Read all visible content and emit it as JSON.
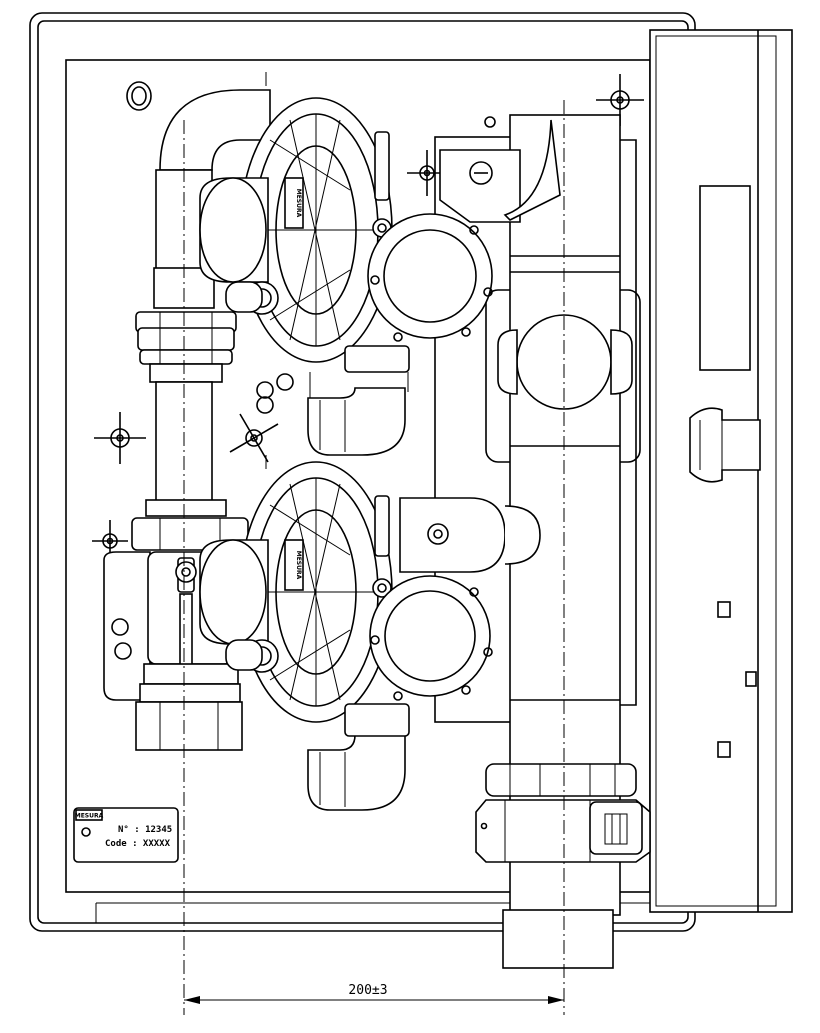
{
  "dimension": {
    "label": "200±3"
  },
  "nameplate": {
    "brand": "MESURA",
    "number_line": "N° : 12345",
    "code_line": "Code : XXXXX"
  },
  "regulator_brand": "MESURA"
}
